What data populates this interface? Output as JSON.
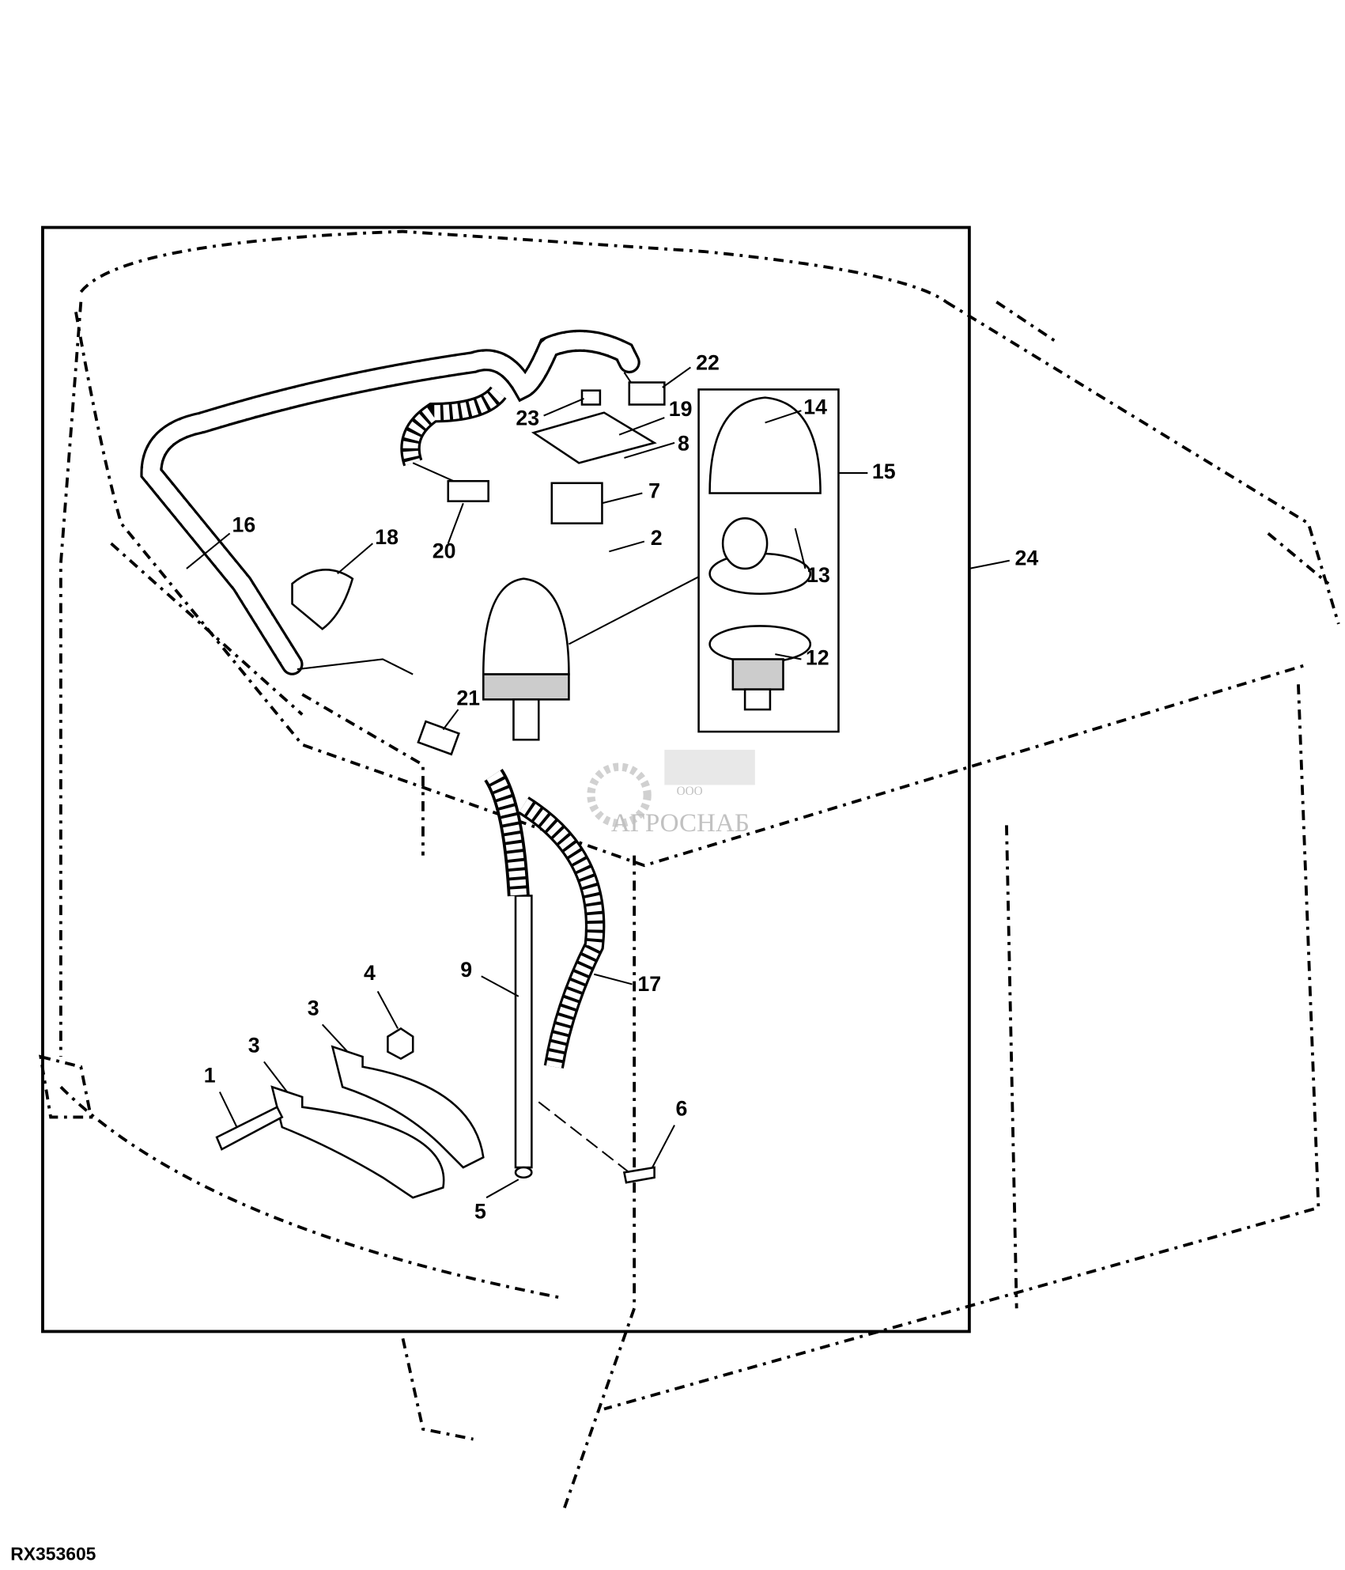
{
  "diagram": {
    "figure_code": "RX353605",
    "watermark": {
      "prefix": "ООО",
      "name": "АГРОСНАБ"
    },
    "callouts": [
      {
        "id": "c22",
        "label": "22"
      },
      {
        "id": "c23",
        "label": "23"
      },
      {
        "id": "c19",
        "label": "19"
      },
      {
        "id": "c8",
        "label": "8"
      },
      {
        "id": "c14",
        "label": "14"
      },
      {
        "id": "c15",
        "label": "15"
      },
      {
        "id": "c7",
        "label": "7"
      },
      {
        "id": "c2",
        "label": "2"
      },
      {
        "id": "c13",
        "label": "13"
      },
      {
        "id": "c12",
        "label": "12"
      },
      {
        "id": "c24",
        "label": "24"
      },
      {
        "id": "c16",
        "label": "16"
      },
      {
        "id": "c18",
        "label": "18"
      },
      {
        "id": "c20",
        "label": "20"
      },
      {
        "id": "c21",
        "label": "21"
      },
      {
        "id": "c9",
        "label": "9"
      },
      {
        "id": "c17",
        "label": "17"
      },
      {
        "id": "c4",
        "label": "4"
      },
      {
        "id": "c3a",
        "label": "3"
      },
      {
        "id": "c3b",
        "label": "3"
      },
      {
        "id": "c1",
        "label": "1"
      },
      {
        "id": "c6",
        "label": "6"
      },
      {
        "id": "c5",
        "label": "5"
      }
    ]
  }
}
